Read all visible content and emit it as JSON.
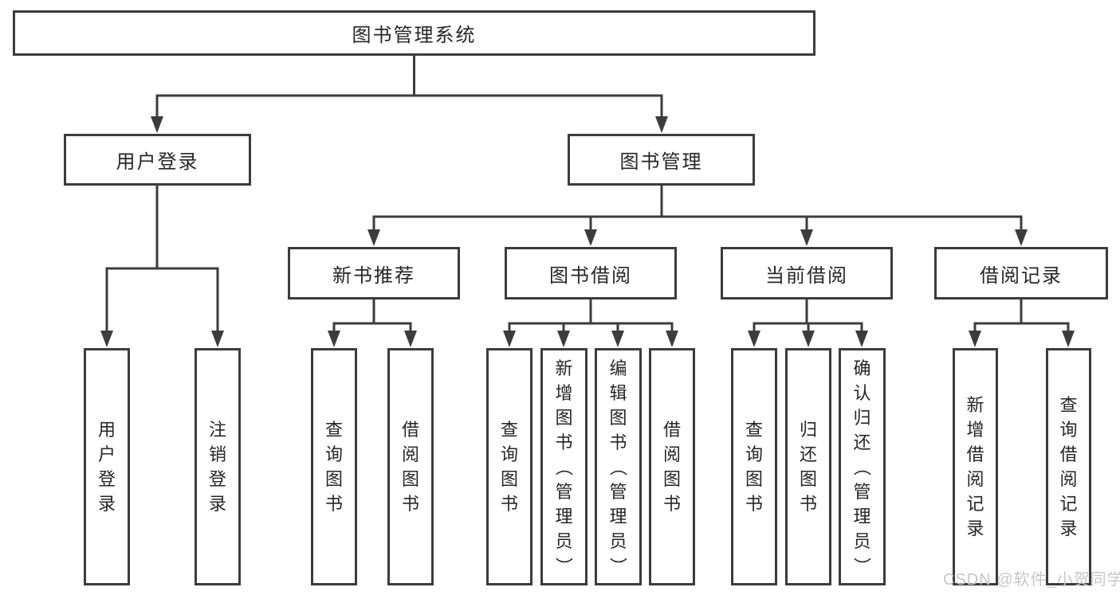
{
  "diagram": {
    "title": "图书管理系统",
    "level2": {
      "user_login": "用户登录",
      "book_management": "图书管理"
    },
    "level3": {
      "new_books": "新书推荐",
      "book_borrow": "图书借阅",
      "current_borrow": "当前借阅",
      "borrow_records": "借阅记录"
    },
    "leaves": {
      "user_login": [
        "用户登录",
        "注销登录"
      ],
      "new_books": [
        "查询图书",
        "借阅图书"
      ],
      "book_borrow": [
        "查询图书",
        "新增图书（管理员）",
        "编辑图书（管理员）",
        "借阅图书"
      ],
      "current_borrow": [
        "查询图书",
        "归还图书",
        "确认归还（管理员）"
      ],
      "borrow_records": [
        "新增借阅记录",
        "查询借阅记录"
      ]
    }
  },
  "watermark": "CSDN @软件_小贺同学",
  "colors": {
    "line": "#3c3c3c",
    "text": "#262626",
    "watermark": "#c7c7cb",
    "background": "#ffffff"
  }
}
